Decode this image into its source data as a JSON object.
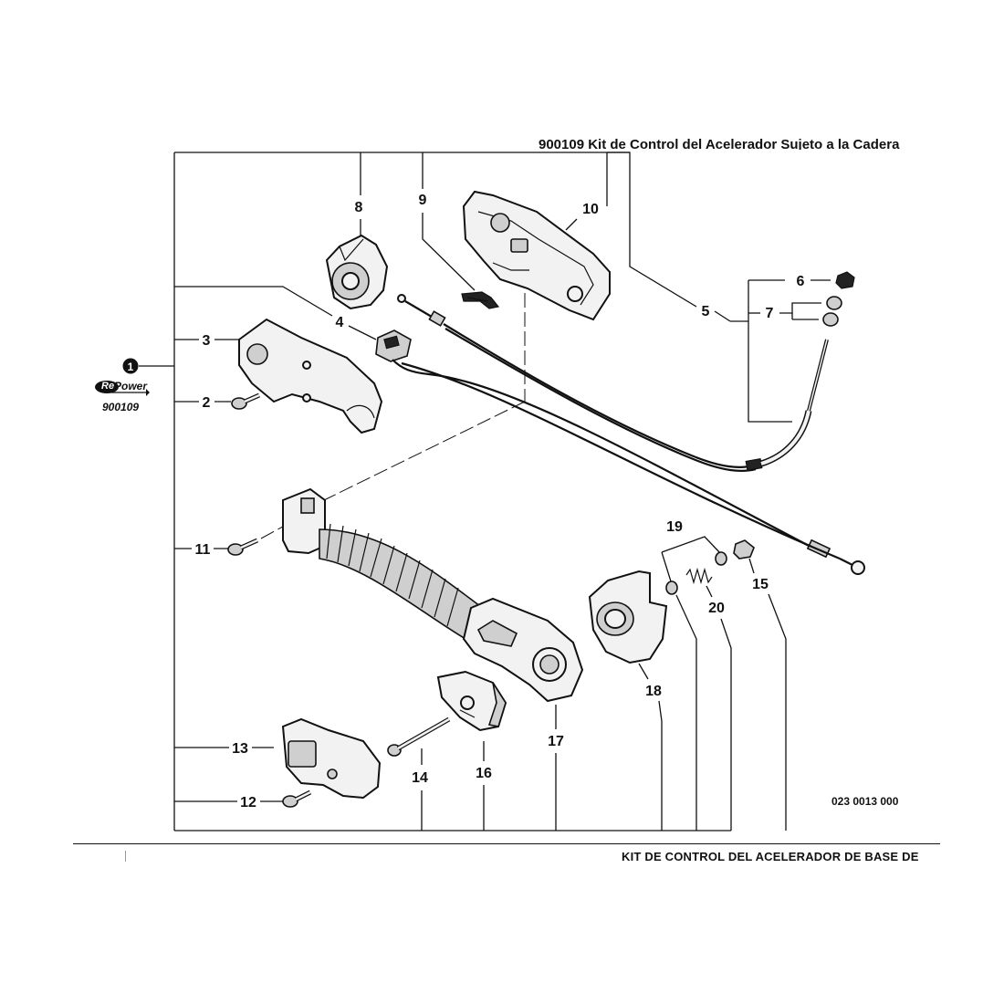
{
  "diagram": {
    "title_top": "900109 Kit de Control del Acelerador Sujeto a la Cadera",
    "title_bottom": "KIT DE CONTROL DEL ACELERADOR DE BASE DE",
    "diagram_code": "023 0013 000",
    "kit": {
      "callout": "1",
      "brand_re": "Re",
      "brand_power": "Power",
      "number": "900109"
    },
    "callouts": [
      "2",
      "3",
      "4",
      "5",
      "6",
      "7",
      "8",
      "9",
      "10",
      "11",
      "12",
      "13",
      "14",
      "15",
      "16",
      "17",
      "18",
      "19",
      "20"
    ]
  }
}
